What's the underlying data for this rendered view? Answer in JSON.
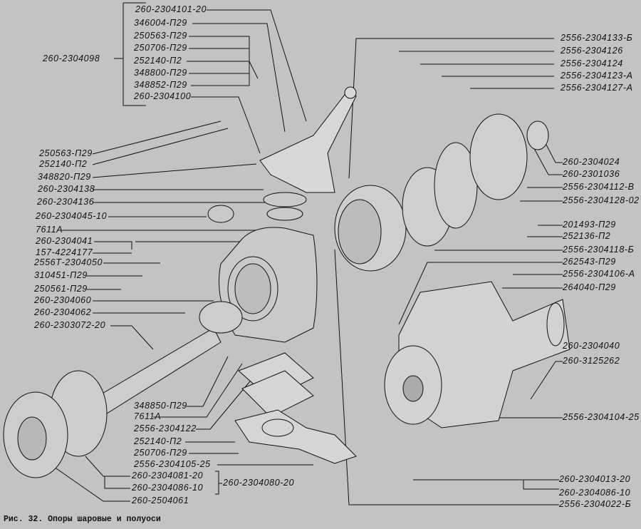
{
  "caption": "Рис. 32. Опоры шаровые и полуоси",
  "labels": {
    "top": [
      "260-2304101-20",
      "346004-П29",
      "250563-П29",
      "250706-П29",
      "252140-П2",
      "348800-П29",
      "348852-П29",
      "260-2304100"
    ],
    "top_group": "260-2304098",
    "left": [
      "250563-П29",
      "252140-П2",
      "348820-П29",
      "260-2304138",
      "260-2304136",
      "260-2304045-10",
      "7611А",
      "260-2304041",
      "157-4224177",
      "2556Т-2304050",
      "310451-П29",
      "250561-П29",
      "260-2304060",
      "260-2304062",
      "260-2303072-20"
    ],
    "right": [
      "2556-2304133-Б",
      "2556-2304126",
      "2556-2304124",
      "2556-2304123-А",
      "2556-2304127-А",
      "260-2304024",
      "260-2301036",
      "2556-2304112-В",
      "2556-2304128-02",
      "201493-П29",
      "252136-П2",
      "2556-2304118-Б",
      "262543-П29",
      "2556-2304106-А",
      "264040-П29",
      "260-2304040",
      "260-3125262",
      "2556-2304104-25",
      "260-2304013-20",
      "260-2304086-10",
      "2556-2304022-Б"
    ],
    "bottom": [
      "348850-П29",
      "7611А",
      "2556-2304122",
      "252140-П2",
      "250706-П29",
      "2556-2304105-25",
      "260-2304081-20",
      "260-2304086-10",
      "260-2504061"
    ],
    "bottom_group": "260-2304080-20"
  }
}
